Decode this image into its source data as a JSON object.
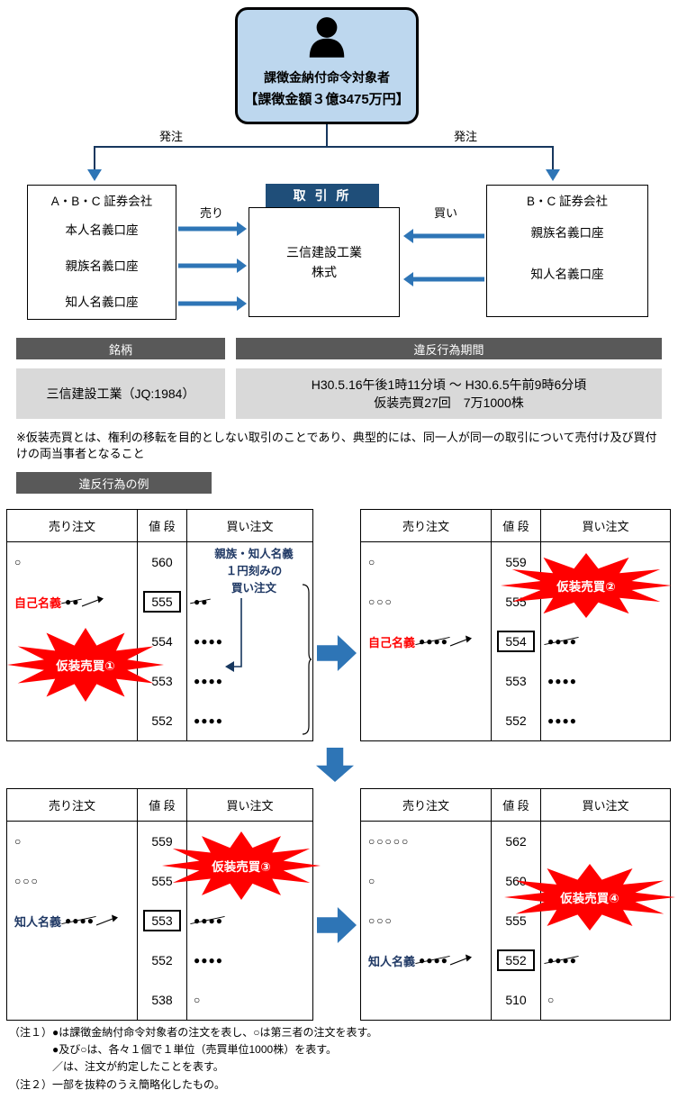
{
  "colors": {
    "accent_blue": "#2E75B6",
    "dark_navy": "#1F4E79",
    "section_gray": "#595959",
    "cell_gray": "#D9D9D9",
    "subject_box_blue": "#BDD7EE",
    "burst_red": "#FF0000",
    "self_label_red": "#FF0000",
    "acquaintance_label_navy": "#1F3864"
  },
  "header": {
    "subject_line1": "課徴金納付命令対象者",
    "subject_line2": "【課徴金額３億3475万円】",
    "order_left": "発注",
    "order_right": "発注"
  },
  "flow": {
    "left_broker": {
      "title": "A・B・C 証券会社",
      "accounts": [
        "本人名義口座",
        "親族名義口座",
        "知人名義口座"
      ]
    },
    "exchange_label": "取 引 所",
    "stock_line1": "三信建設工業",
    "stock_line2": "株式",
    "right_broker": {
      "title": "B・C 証券会社",
      "accounts": [
        "親族名義口座",
        "知人名義口座"
      ]
    },
    "sell_label": "売り",
    "buy_label": "買い"
  },
  "summary": {
    "issue_header": "銘柄",
    "issue_value": "三信建設工業（JQ:1984）",
    "period_header": "違反行為期間",
    "period_line1": "H30.5.16午後1時11分頃 ～ H30.6.5午前9時6分頃",
    "period_line2": "仮装売買27回　7万1000株",
    "wash_note": "※仮装売買とは、権利の移転を目的としない取引のことであり、典型的には、同一人が同一の取引について売付け及び買付けの両当事者となること",
    "example_header": "違反行為の例"
  },
  "table_headers": {
    "sell": "売り注文",
    "price": "値 段",
    "buy": "買い注文"
  },
  "tables": [
    {
      "burst": "仮装売買①",
      "annotation": [
        "親族・知人名義",
        "１円刻みの",
        "買い注文"
      ],
      "rows": [
        {
          "sell_o": "○",
          "price": "560"
        },
        {
          "label": "自己名義",
          "sell_dots": "●●",
          "price": "555",
          "buy_dots": "●●"
        },
        {
          "price": "554",
          "buy_dots": "●●●●"
        },
        {
          "price": "553",
          "buy_dots": "●●●●"
        },
        {
          "price": "552",
          "buy_dots": "●●●●"
        }
      ]
    },
    {
      "burst": "仮装売買②",
      "rows": [
        {
          "sell_o": "○",
          "price": "559"
        },
        {
          "sell_o": "○○○",
          "price": "555"
        },
        {
          "label": "自己名義",
          "sell_dots": "●●●●",
          "price": "554",
          "buy_dots": "●●●●"
        },
        {
          "price": "553",
          "buy_dots": "●●●●"
        },
        {
          "price": "552",
          "buy_dots": "●●●●"
        }
      ]
    },
    {
      "burst": "仮装売買③",
      "rows": [
        {
          "sell_o": "○",
          "price": "559"
        },
        {
          "sell_o": "○○○",
          "price": "555"
        },
        {
          "label": "知人名義",
          "sell_dots": "●●●●",
          "price": "553",
          "buy_dots": "●●●●"
        },
        {
          "price": "552",
          "buy_dots": "●●●●"
        },
        {
          "price": "538",
          "buy_o": "○"
        }
      ]
    },
    {
      "burst": "仮装売買④",
      "rows": [
        {
          "sell_o": "○○○○○",
          "price": "562"
        },
        {
          "sell_o": "○",
          "price": "560"
        },
        {
          "sell_o": "○○○",
          "price": "555"
        },
        {
          "label": "知人名義",
          "sell_dots": "●●●●",
          "price": "552",
          "buy_dots": "●●●●"
        },
        {
          "price": "510",
          "buy_o": "○"
        }
      ]
    }
  ],
  "notes": {
    "n1_head": "（注１）",
    "n1_line1": "●は課徴金納付命令対象者の注文を表し、○は第三者の注文を表す。",
    "n1_line2": "●及び○は、各々１個で１単位（売買単位1000株）を表す。",
    "n1_line3": "／は、注文が約定したことを表す。",
    "n2_head": "（注２）",
    "n2_line": "一部を抜粋のうえ簡略化したもの。"
  }
}
